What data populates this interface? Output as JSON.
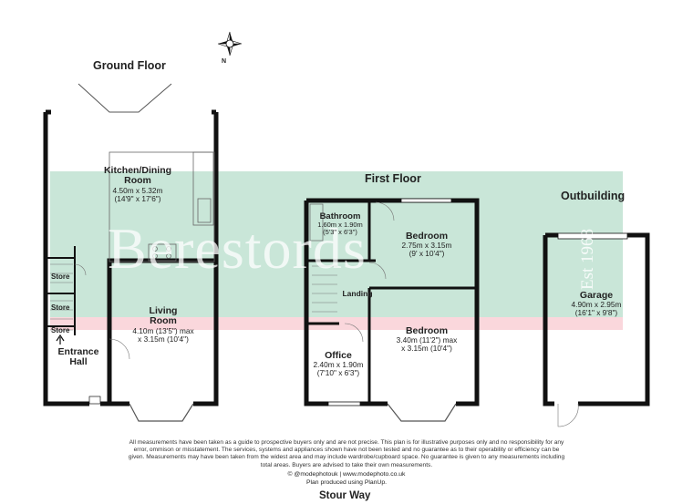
{
  "floors": {
    "ground": "Ground Floor",
    "first": "First Floor",
    "outbuilding": "Outbuilding"
  },
  "rooms": {
    "kitchen": {
      "name": "Kitchen/Dining",
      "name2": "Room",
      "metric": "4.50m x 5.32m",
      "imperial": "(14'9\" x 17'6\")"
    },
    "living": {
      "name": "Living",
      "name2": "Room",
      "metric": "4.10m (13'5\") max",
      "imperial": "x 3.15m (10'4\")"
    },
    "entrance": {
      "name": "Entrance",
      "name2": "Hall"
    },
    "bathroom": {
      "name": "Bathroom",
      "metric": "1.60m x 1.90m",
      "imperial": "(5'3\" x 6'3\")"
    },
    "bedroom1": {
      "name": "Bedroom",
      "metric": "2.75m x 3.15m",
      "imperial": "(9' x 10'4\")"
    },
    "landing": {
      "name": "Landing"
    },
    "bedroom2": {
      "name": "Bedroom",
      "metric": "3.40m (11'2\") max",
      "imperial": "x 3.15m (10'4\")"
    },
    "office": {
      "name": "Office",
      "metric": "2.40m x 1.90m",
      "imperial": "(7'10\" x 6'3\")"
    },
    "garage": {
      "name": "Garage",
      "metric": "4.90m x 2.95m",
      "imperial": "(16'1\" x 9'8\")"
    }
  },
  "stores": [
    "Store",
    "Store",
    "Store"
  ],
  "compass": {
    "label": "N"
  },
  "watermark": {
    "text": "Berestords",
    "est": "Est 1968"
  },
  "disclaimer": "All measurements have been taken as a guide to prospective buyers only and are not precise. This plan is for illustrative purposes only and no responsibility for any error, ommison or misstatement. The services, systems and appliances shown have not been tested and no guarantee as to their operability or efficiency can be given. Measurements may have been taken from the widest area and may include wardrobe/cupboard space. No guarantee is given to any measurements including total areas. Buyers are advised to take their own measurements.",
  "credit": {
    "line1": "© @modephotouk | www.modephoto.co.uk",
    "line2": "Plan produced using PlanUp."
  },
  "street": "Stour Way"
}
